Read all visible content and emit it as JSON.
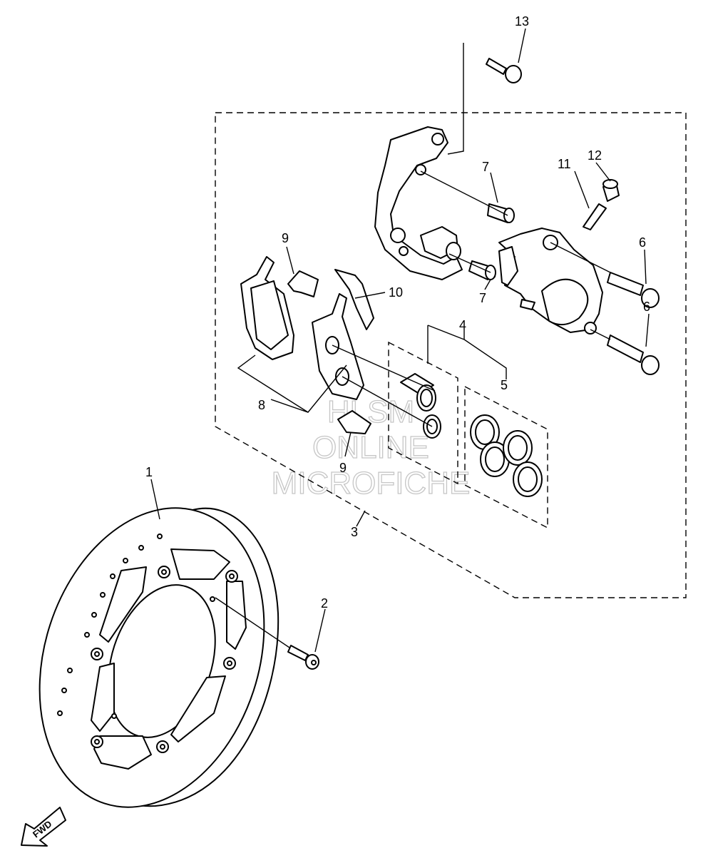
{
  "callouts": {
    "c1": "1",
    "c2": "2",
    "c3": "3",
    "c4": "4",
    "c5": "5",
    "c6a": "6",
    "c6b": "6",
    "c7a": "7",
    "c7b": "7",
    "c8": "8",
    "c9a": "9",
    "c9b": "9",
    "c10": "10",
    "c11": "11",
    "c12": "12",
    "c13": "13"
  },
  "watermark": {
    "line1": "HLSM",
    "line2": "ONLINE",
    "line3": "MICROFICHE"
  },
  "fwd_label": "FWD"
}
